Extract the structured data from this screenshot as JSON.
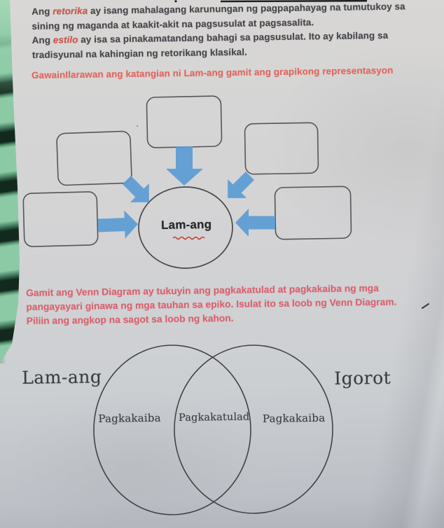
{
  "document": {
    "intro_lines": [
      {
        "pre": "Ang ",
        "accent": "retorika",
        "rest": " ay isang mahalagang karunungan ng pagpapahayag na tumutukoy sa"
      },
      {
        "pre": "",
        "accent": "",
        "rest": "sining ng maganda at kaakit-akit na pagsusulat at pagsasalita."
      },
      {
        "pre": "Ang ",
        "accent": "estilo",
        "rest": " ay isa sa pinakamatandang bahagi sa pagsusulat. Ito ay kabilang sa"
      },
      {
        "pre": "",
        "accent": "",
        "rest": "tradisyunal na kahingian ng retorikang klasikal."
      }
    ],
    "activity1": {
      "heading": "GawainIlarawan ang katangian ni Lam-ang gamit ang grapikong representasyon",
      "center_label": "Lam-ang",
      "box_labels": [
        "",
        "",
        "",
        "",
        ""
      ]
    },
    "activity2": {
      "instruction_lines": [
        "Gamit ang Venn Diagram ay tukuyin ang pagkakatulad at pagkakaiba ng mga",
        "pangayayari ginawa ng mga tauhan sa epiko. Isulat ito sa loob ng Venn Diagram.",
        "Piliin ang angkop na sagot sa loob ng kahon."
      ],
      "venn": {
        "left_title": "Lam-ang",
        "right_title": "Igorot",
        "left_region": "Pagkakaiba",
        "middle_region": "Pagkakatulad",
        "right_region": "Pagkakaiba"
      }
    }
  },
  "colors": {
    "accent_red": "#d4544a",
    "heading_red": "#e0655b",
    "instruction_pink": "#d9616d",
    "arrow_blue": "#5b9bd5",
    "ink": "#45464a",
    "paper": "#d3d3d5",
    "cloth_green": "#8ccaa6"
  }
}
